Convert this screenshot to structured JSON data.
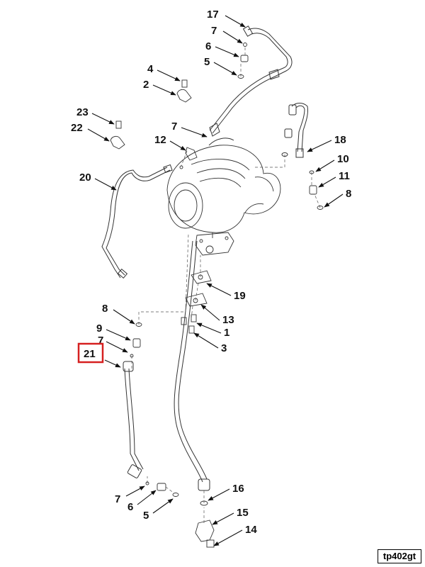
{
  "drawing_id": "tp402gt",
  "highlighted_callout": "21",
  "highlight_color": "#d62020",
  "callouts": [
    {
      "id": "c17a",
      "text": "17"
    },
    {
      "id": "c7a",
      "text": "7"
    },
    {
      "id": "c6a",
      "text": "6"
    },
    {
      "id": "c5a",
      "text": "5"
    },
    {
      "id": "c4",
      "text": "4"
    },
    {
      "id": "c2",
      "text": "2"
    },
    {
      "id": "c23",
      "text": "23"
    },
    {
      "id": "c22",
      "text": "22"
    },
    {
      "id": "c7b",
      "text": "7"
    },
    {
      "id": "c12",
      "text": "12"
    },
    {
      "id": "c20",
      "text": "20"
    },
    {
      "id": "c18",
      "text": "18"
    },
    {
      "id": "c10",
      "text": "10"
    },
    {
      "id": "c11",
      "text": "11"
    },
    {
      "id": "c8a",
      "text": "8"
    },
    {
      "id": "c19",
      "text": "19"
    },
    {
      "id": "c8b",
      "text": "8"
    },
    {
      "id": "c13",
      "text": "13"
    },
    {
      "id": "c1",
      "text": "1"
    },
    {
      "id": "c9",
      "text": "9"
    },
    {
      "id": "c7c",
      "text": "7"
    },
    {
      "id": "c3",
      "text": "3"
    },
    {
      "id": "c21",
      "text": "21"
    },
    {
      "id": "c7d",
      "text": "7"
    },
    {
      "id": "c6b",
      "text": "6"
    },
    {
      "id": "c5b",
      "text": "5"
    },
    {
      "id": "c16",
      "text": "16"
    },
    {
      "id": "c15",
      "text": "15"
    },
    {
      "id": "c14",
      "text": "14"
    }
  ]
}
